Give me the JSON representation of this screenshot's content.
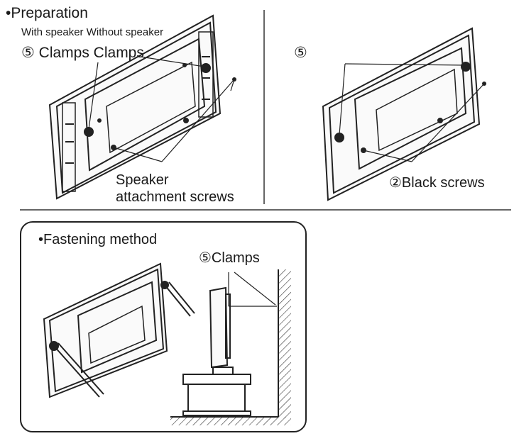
{
  "preparation": {
    "heading": "•Preparation",
    "subheading": "With speaker Without speaker",
    "left_callout": "⑤ Clamps Clamps",
    "right_callout": "⑤",
    "speaker_screws_line1": "Speaker",
    "speaker_screws_line2": "attachment screws",
    "black_screws": "②Black screws"
  },
  "fastening": {
    "heading": "•Fastening method",
    "clamps": "⑤Clamps"
  }
}
